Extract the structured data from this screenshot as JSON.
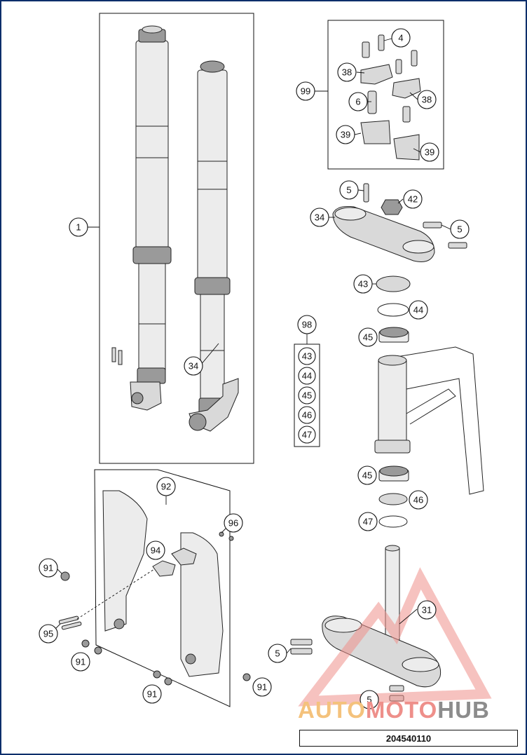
{
  "diagram": {
    "reference_number": "204540110",
    "watermark": {
      "part1": "AUTO",
      "part2": "MOTO",
      "part3": "HUB",
      "colors": [
        "#f4c27c",
        "#ee8f8a",
        "#8c8c8c"
      ]
    },
    "callouts": {
      "c1": "1",
      "c34a": "34",
      "c99": "99",
      "c4": "4",
      "c38a": "38",
      "c38b": "38",
      "c6": "6",
      "c39a": "39",
      "c39b": "39",
      "c5a": "5",
      "c42": "42",
      "c34b": "34",
      "c5b": "5",
      "c43": "43",
      "c44": "44",
      "c45a": "45",
      "c98": "98",
      "k43": "43",
      "k44": "44",
      "k45": "45",
      "k46": "46",
      "k47": "47",
      "c45b": "45",
      "c46": "46",
      "c47": "47",
      "c92": "92",
      "c96": "96",
      "c94": "94",
      "c91a": "91",
      "c95": "95",
      "c91b": "91",
      "c91c": "91",
      "c91d": "91",
      "c31": "31",
      "c5c": "5",
      "c5d": "5"
    }
  }
}
